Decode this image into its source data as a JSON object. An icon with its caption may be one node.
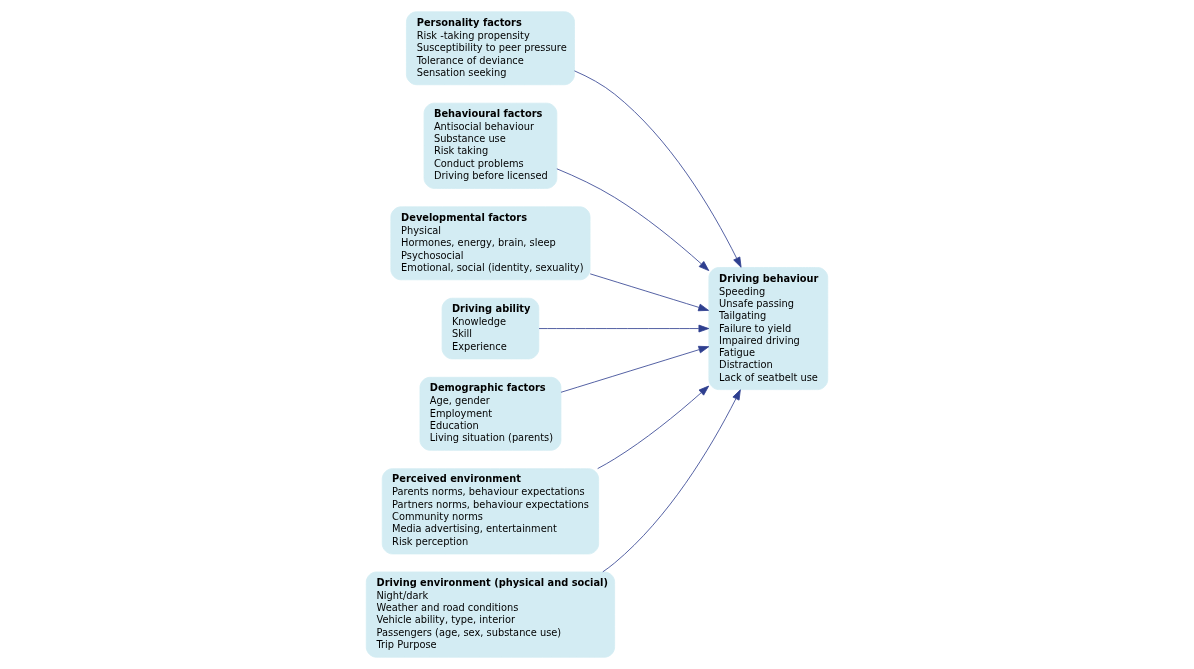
{
  "diagram": {
    "nodes": [
      {
        "text": [
          "Personality factors",
          "Risk -taking propensity",
          "Susceptibility to peer pressure",
          "Tolerance of deviance",
          "Sensation seeking"
        ]
      },
      {
        "text": [
          "Behavioural factors",
          "Antisocial behaviour",
          "Substance use",
          "Risk taking",
          "Conduct problems",
          "Driving before licensed"
        ]
      },
      {
        "text": [
          "Developmental factors",
          "Physical",
          "Hormones, energy, brain, sleep",
          "Psychosocial",
          "Emotional, social (identity, sexuality)"
        ]
      },
      {
        "text": [
          "Driving ability",
          "Knowledge",
          "Skill",
          "Experience"
        ]
      },
      {
        "text": [
          "Demographic factors",
          "Age, gender",
          "Employment",
          "Education",
          "Living situation (parents)"
        ]
      },
      {
        "text": [
          "Driving behaviour",
          "Speeding",
          "Unsafe passing",
          "Tailgating",
          "Failure to yield",
          "Impaired driving",
          "Fatigue",
          "Distraction",
          "Lack of seatbelt use"
        ]
      },
      {
        "text": [
          "Perceived environment",
          "Parents norms, behaviour expectations",
          "Partners norms, behaviour expectations",
          "Community norms",
          "Media advertising, entertainment",
          "Risk perception"
        ]
      },
      {
        "text": [
          "Driving environment (physical and social)",
          "Night/dark",
          "Weather and road conditions",
          "Vehicle ability, type, interior",
          "Passengers (age, sex, substance use)",
          "Trip Purpose"
        ]
      }
    ],
    "edges": [
      {
        "from": 0,
        "to": 5,
        "arrow": "to"
      },
      {
        "from": 1,
        "to": 5,
        "arrow": "to"
      },
      {
        "from": 2,
        "to": 5,
        "arrow": "to"
      },
      {
        "from": 3,
        "to": 5,
        "arrow": "to"
      },
      {
        "from": 4,
        "to": 5,
        "arrow": "to"
      },
      {
        "from": 6,
        "to": 5,
        "arrow": "to"
      },
      {
        "from": 7,
        "to": 5,
        "arrow": "to"
      }
    ]
  }
}
